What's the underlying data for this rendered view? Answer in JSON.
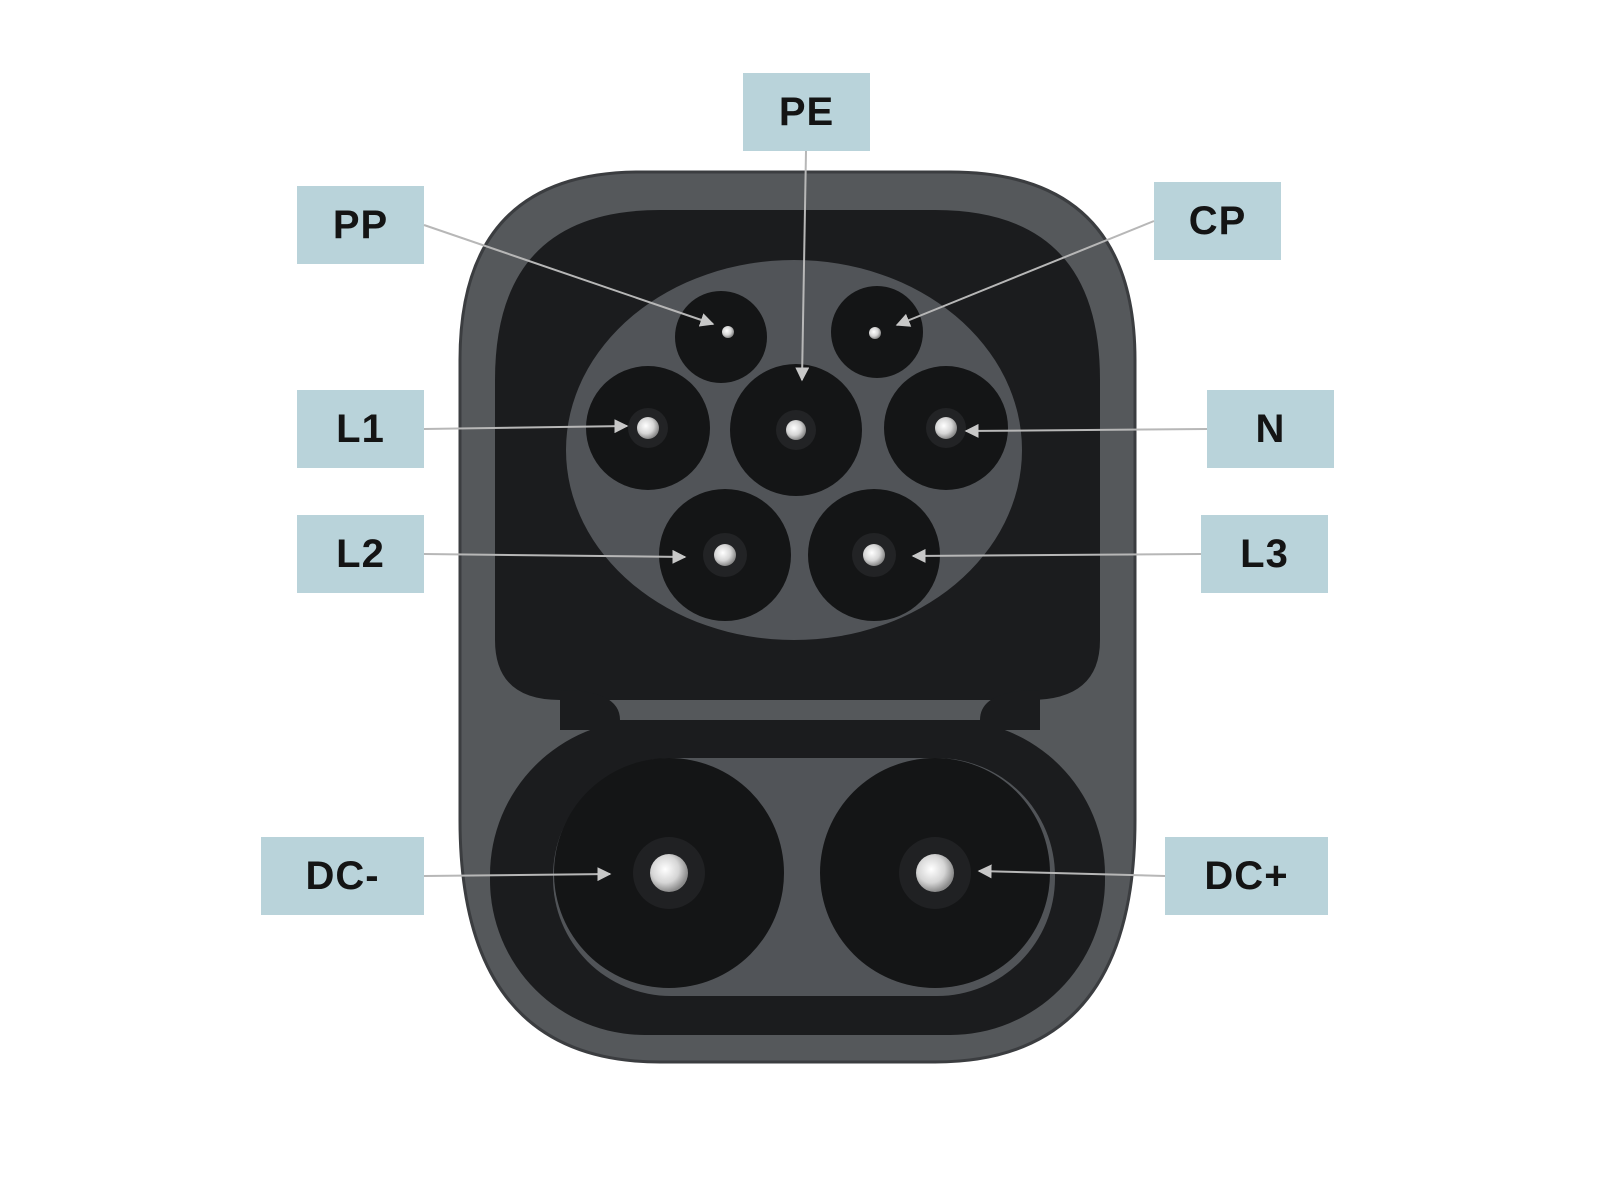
{
  "colors": {
    "label_bg": "#b9d3da",
    "housing_outer": "#55585b",
    "housing_inner": "#1a1b1d",
    "face_gray": "#515458",
    "socket_black": "#141516",
    "pin_metal": "#d8d8d8",
    "leader_line": "#b7b7b7"
  },
  "labels": {
    "pe": "PE",
    "pp": "PP",
    "cp": "CP",
    "l1": "L1",
    "n": "N",
    "l2": "L2",
    "l3": "L3",
    "dc_minus": "DC-",
    "dc_plus": "DC+"
  }
}
